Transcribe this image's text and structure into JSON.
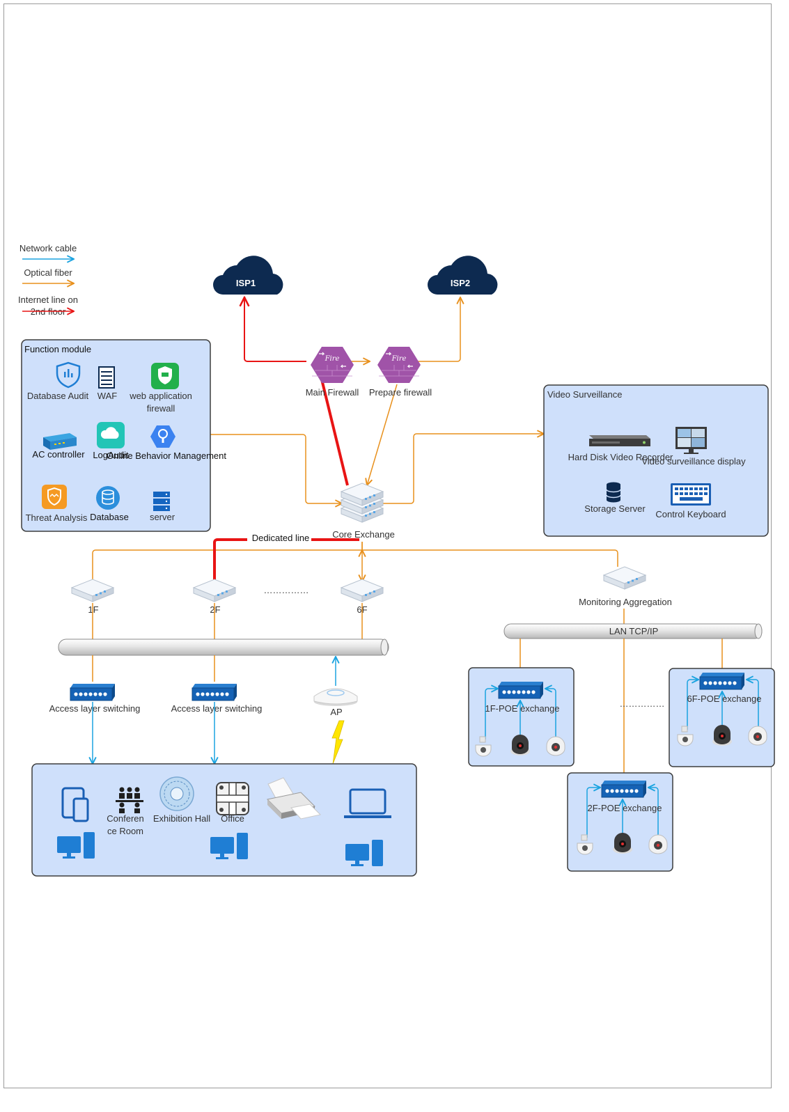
{
  "legend": {
    "network_cable": "Network cable",
    "optical_fiber": "Optical fiber",
    "internet_line_1": "Internet line on",
    "internet_line_2": "2nd floor"
  },
  "clouds": {
    "isp1": "ISP1",
    "isp2": "ISP2"
  },
  "firewalls": {
    "main": "Main Firewall",
    "prepare": "Prepare firewall",
    "icon_text": "Fire"
  },
  "function_module": {
    "title": "Function module",
    "database_audit": "Database Audit",
    "waf": "WAF",
    "web_app_fw_1": "web application",
    "web_app_fw_2": "firewall",
    "ac_controller": "AC controller",
    "log_audit": "LogAudit",
    "online_behavior": "Online Behavior Management",
    "threat_analysis": "Threat Analysis",
    "database": "Database",
    "server": "server"
  },
  "video": {
    "title": "Video Surveillance",
    "recorder": "Hard Disk Video Recorder",
    "display": "Video surveillance display",
    "storage": "Storage Server",
    "keyboard": "Control Keyboard"
  },
  "core": {
    "label": "Core Exchange",
    "dedicated": "Dedicated line"
  },
  "floors": {
    "f1": "1F",
    "f2": "2F",
    "f6": "6F",
    "dots": "……………"
  },
  "access": {
    "a1": "Access layer switching",
    "a2": "Access layer switching",
    "ap": "AP"
  },
  "office": {
    "conf_1": "Conferen",
    "conf_2": "ce Room",
    "exhibition": "Exhibition Hall",
    "office": "Office"
  },
  "monitoring": {
    "aggregation": "Monitoring Aggregation",
    "lan": "LAN TCP/IP",
    "poe1": "1F-POE exchange",
    "poe2": "2F-POE exchange",
    "poe6": "6F-POE exchange",
    "dots": "……………"
  },
  "colors": {
    "network_cable": "#1aa3e0",
    "optical_fiber": "#e8901c",
    "internet_line": "#e81414",
    "group_fill": "#cfe0fb",
    "cloud": "#0d2a50",
    "firewall": "#a053a8"
  }
}
